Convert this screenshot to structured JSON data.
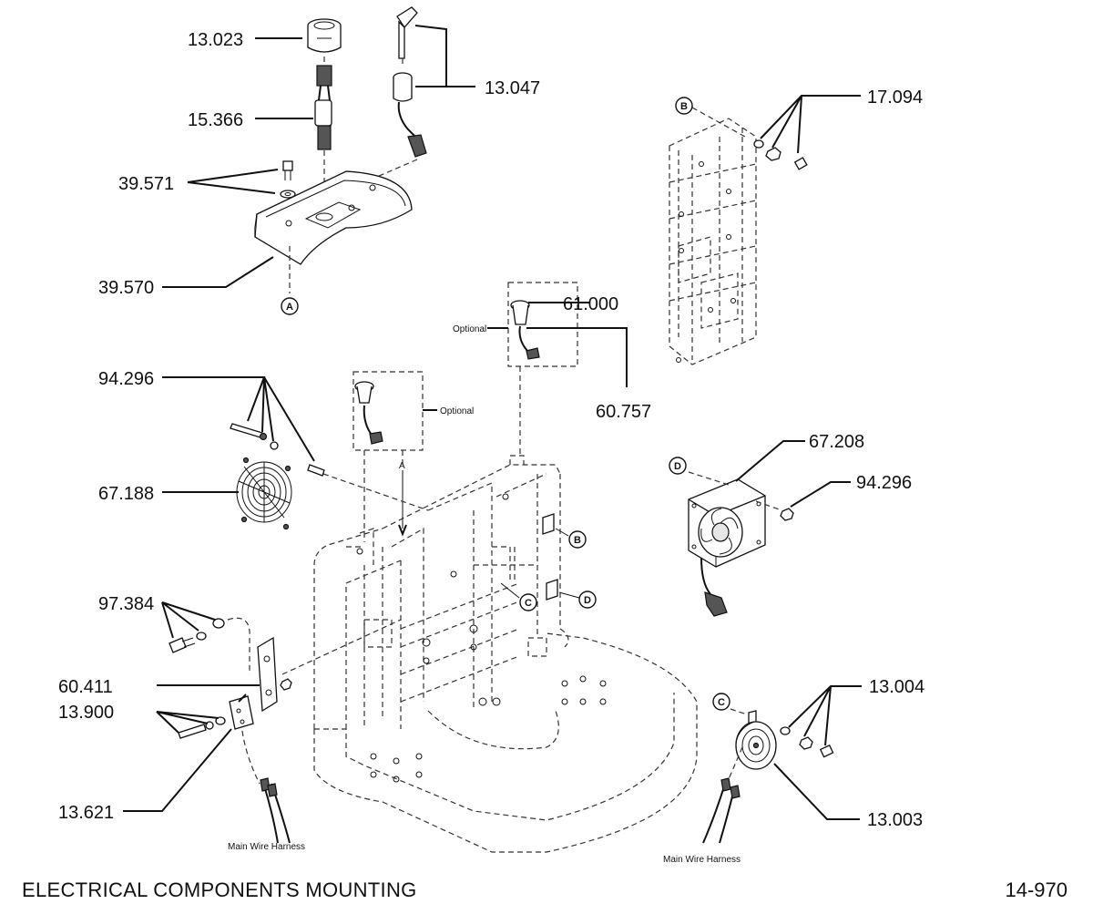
{
  "footer": {
    "title": "ELECTRICAL COMPONENTS MOUNTING",
    "page": "14-970"
  },
  "callouts": {
    "c13023": "13.023",
    "c13047": "13.047",
    "c15366": "15.366",
    "c39571": "39.571",
    "c39570": "39.570",
    "c17094": "17.094",
    "c61000": "61.000",
    "c60757": "60.757",
    "c94296a": "94.296",
    "c67188": "67.188",
    "c67208": "67.208",
    "c94296b": "94.296",
    "c97384": "97.384",
    "c60411": "60.411",
    "c13900": "13.900",
    "c13621": "13.621",
    "c13004": "13.004",
    "c13003": "13.003"
  },
  "notes": {
    "optional_top": "Optional",
    "optional_mid": "Optional",
    "harness_left": "Main Wire Harness",
    "harness_right": "Main Wire Harness",
    "arrow_a": "A"
  },
  "markers": {
    "a": "A",
    "b_top": "B",
    "b_frame": "B",
    "c_frame": "C",
    "d_frame": "D",
    "d_fan": "D",
    "c_horn": "C"
  },
  "icons": [
    "hour-meter-icon",
    "key-switch-icon",
    "wire-harness-icon",
    "cover-plate-icon",
    "bracket-icon",
    "fan-guard-icon",
    "fan-icon",
    "horn-icon",
    "frame-icon",
    "screw-icon",
    "washer-icon",
    "nut-icon"
  ]
}
